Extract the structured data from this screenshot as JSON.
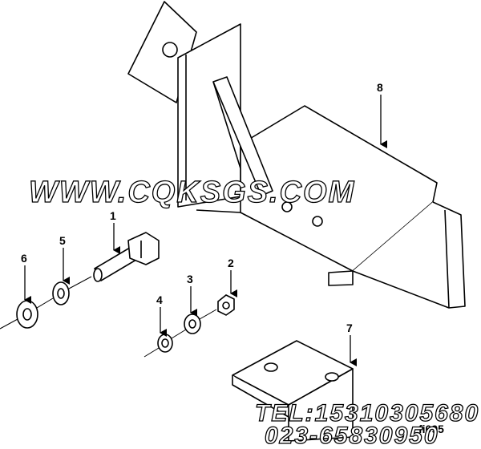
{
  "diagram": {
    "callouts": [
      {
        "id": "1",
        "label": "1"
      },
      {
        "id": "2",
        "label": "2"
      },
      {
        "id": "3",
        "label": "3"
      },
      {
        "id": "4",
        "label": "4"
      },
      {
        "id": "5",
        "label": "5"
      },
      {
        "id": "6",
        "label": "6"
      },
      {
        "id": "7",
        "label": "7"
      },
      {
        "id": "8",
        "label": "8"
      }
    ],
    "drawing_code": "fi095"
  },
  "watermark": {
    "site": "WWW.CQKSGS.COM",
    "tel": "TEL:15310305680",
    "phone": "023-65830950"
  }
}
